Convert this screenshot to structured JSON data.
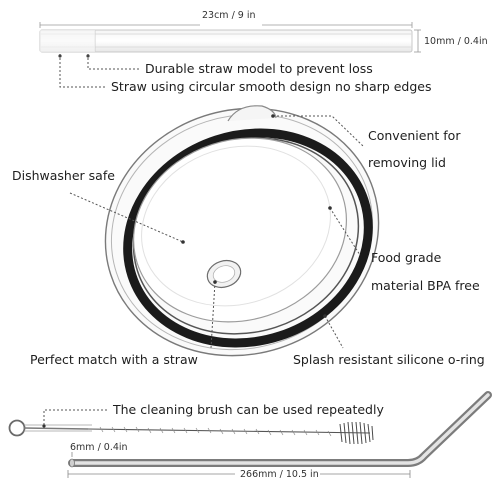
{
  "straw": {
    "length_label": "23cm / 9 in",
    "diameter_label": "10mm / 0.4in",
    "note_model": "Durable straw model to prevent loss",
    "note_design": "Straw using circular smooth design  no sharp edges"
  },
  "lid": {
    "removing_line1": "Convenient for",
    "removing_line2": "removing lid",
    "dishwasher": "Dishwasher safe",
    "food_line1": "Food grade",
    "food_line2": "material BPA free",
    "straw_match": "Perfect match with a straw",
    "oring": "Splash resistant silicone o-ring"
  },
  "brush": {
    "note": "The cleaning brush can be used repeatedly"
  },
  "steel_straw": {
    "diameter_label": "6mm / 0.4in",
    "length_label": "266mm / 10.5 in"
  }
}
